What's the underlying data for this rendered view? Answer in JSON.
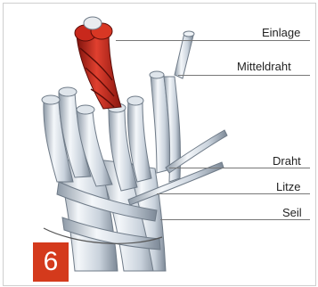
{
  "labels": {
    "core": "Einlage",
    "center_wire": "Mitteldraht",
    "wire": "Draht",
    "strand": "Litze",
    "rope": "Seil"
  },
  "badge": "6",
  "colors": {
    "core_red": "#c8281c",
    "steel": "#c9d2dc",
    "steel_shadow": "#8e9aa7",
    "badge_red": "#d43a1c"
  },
  "icons": [
    "wire-rope-illustration"
  ]
}
